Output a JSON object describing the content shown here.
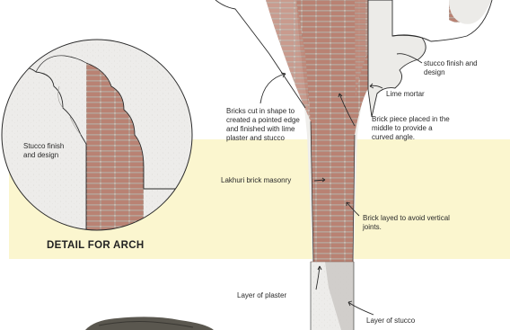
{
  "labels": {
    "stucco_finish_design_top": "stucco finish and\ndesign",
    "lime_mortar": "Lime mortar",
    "bricks_cut": "Bricks cut in shape to\ncreated a pointed edge\nand finished with lime\nplaster and stucco",
    "brick_piece": "Brick piece placed in the\nmiddle to provide a\ncurved angle.",
    "stucco_finish_design_left": "Stucco finish\nand design",
    "lakhuri": "Lakhuri brick masonry",
    "brick_layed": "Brick layed to avoid vertical\njoints.",
    "detail_title": "DETAIL FOR ARCH",
    "layer_plaster": "Layer of plaster",
    "layer_stucco": "Layer of stucco"
  },
  "colors": {
    "brick": "#b98273",
    "brick_dark": "#7a4f43",
    "mortar": "#e6ded4",
    "plaster": "#ecebe8",
    "band": "#fbf6cf",
    "stucco_gray": "#c9c7c3"
  }
}
